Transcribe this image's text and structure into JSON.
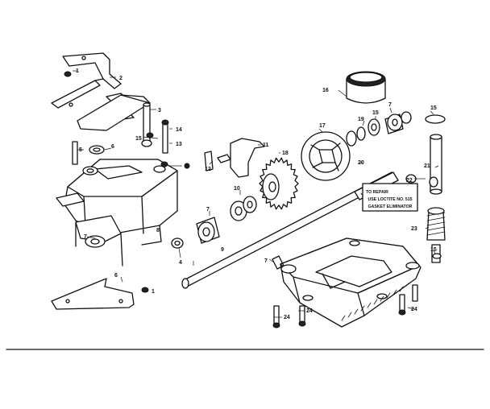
{
  "diagram": {
    "callouts": [
      "1",
      "2",
      "3",
      "4",
      "5",
      "6",
      "7",
      "8",
      "9",
      "10",
      "11",
      "12",
      "13",
      "14",
      "15",
      "16",
      "17",
      "18",
      "19",
      "20",
      "21",
      "22",
      "23",
      "24"
    ],
    "note": {
      "line1": "TO REPAIR",
      "line2": "USE LOCTITE NO. 515",
      "line3": "GASKET ELIMINATOR"
    }
  }
}
